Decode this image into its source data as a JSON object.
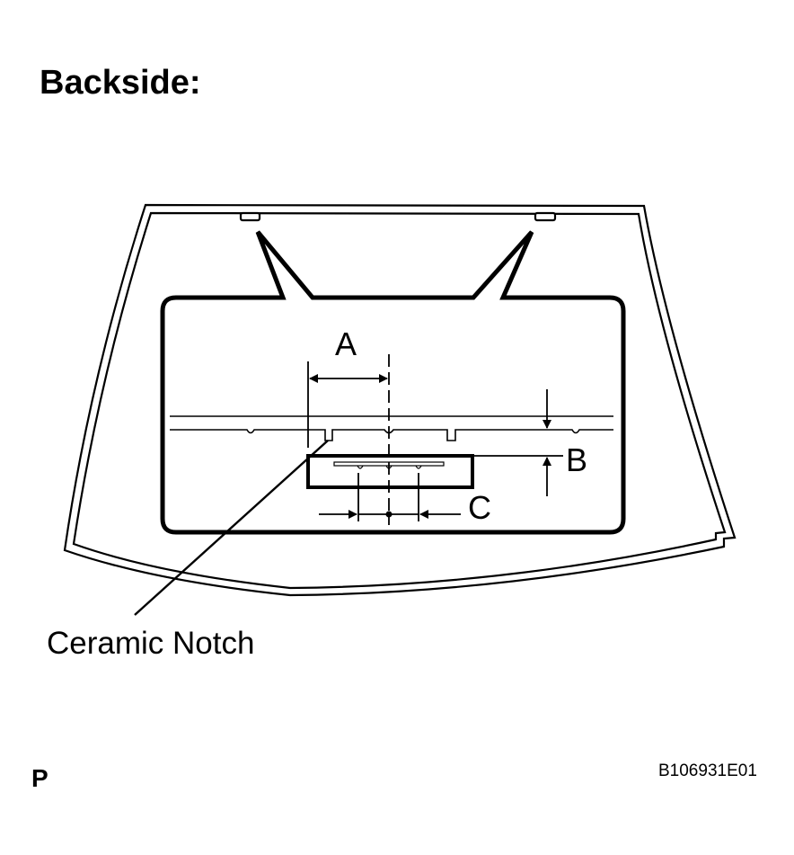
{
  "title": "Backside:",
  "dimension_labels": {
    "a": "A",
    "b": "B",
    "c": "C"
  },
  "callout_label": "Ceramic Notch",
  "corner_letter": "P",
  "figure_code": "B106931E01"
}
